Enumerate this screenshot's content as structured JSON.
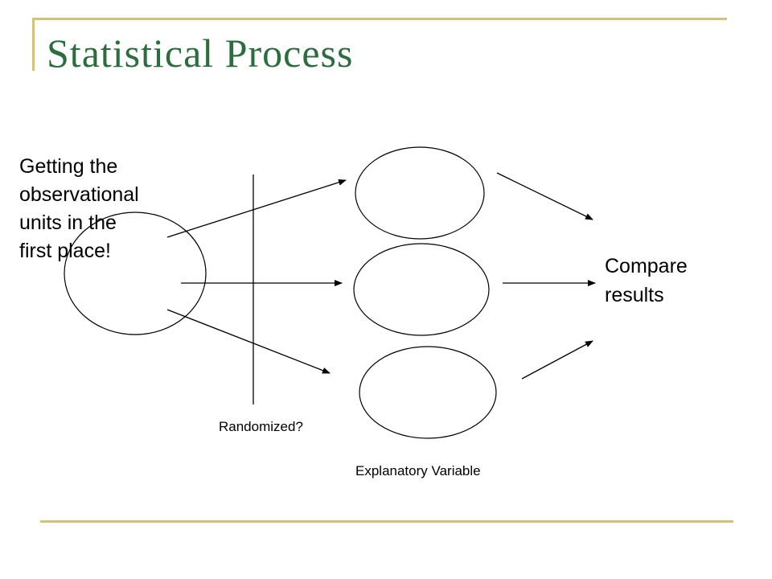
{
  "slide": {
    "title": "Statistical Process",
    "accent_color": "#d4c27a",
    "title_color": "#2b6d3e"
  },
  "diagram": {
    "source_label": "Getting the\nobservational\nunits in the\nfirst place!",
    "compare_label": "Compare\nresults",
    "randomized_label": "Randomized?",
    "explanatory_label": "Explanatory Variable",
    "group_count": 3
  }
}
